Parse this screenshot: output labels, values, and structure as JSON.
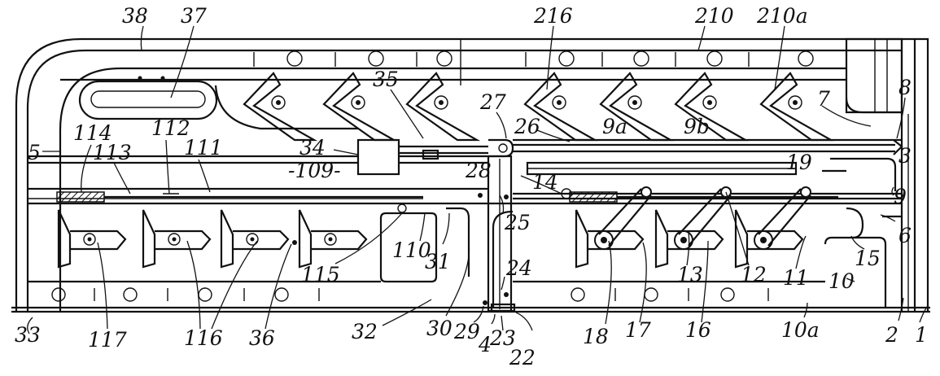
{
  "figure": {
    "labels": [
      {
        "text": "38"
      },
      {
        "text": "37"
      },
      {
        "text": "216"
      },
      {
        "text": "210"
      },
      {
        "text": "210a"
      },
      {
        "text": "35"
      },
      {
        "text": "27"
      },
      {
        "text": "7"
      },
      {
        "text": "8"
      },
      {
        "text": "114"
      },
      {
        "text": "112"
      },
      {
        "text": "26"
      },
      {
        "text": "9a"
      },
      {
        "text": "9b"
      },
      {
        "text": "5"
      },
      {
        "text": "113"
      },
      {
        "text": "111"
      },
      {
        "text": "34"
      },
      {
        "text": "-109-"
      },
      {
        "text": "3"
      },
      {
        "text": "19"
      },
      {
        "text": "28"
      },
      {
        "text": "14"
      },
      {
        "text": "9"
      },
      {
        "text": "6"
      },
      {
        "text": "25"
      },
      {
        "text": "15"
      },
      {
        "text": "110"
      },
      {
        "text": "31"
      },
      {
        "text": "24"
      },
      {
        "text": "115"
      },
      {
        "text": "13"
      },
      {
        "text": "12"
      },
      {
        "text": "11"
      },
      {
        "text": "10"
      },
      {
        "text": "33"
      },
      {
        "text": "117"
      },
      {
        "text": "116"
      },
      {
        "text": "36"
      },
      {
        "text": "32"
      },
      {
        "text": "30"
      },
      {
        "text": "29"
      },
      {
        "text": "4"
      },
      {
        "text": "23"
      },
      {
        "text": "18"
      },
      {
        "text": "17"
      },
      {
        "text": "16"
      },
      {
        "text": "10a"
      },
      {
        "text": "2"
      },
      {
        "text": "1"
      },
      {
        "text": "22"
      }
    ]
  }
}
